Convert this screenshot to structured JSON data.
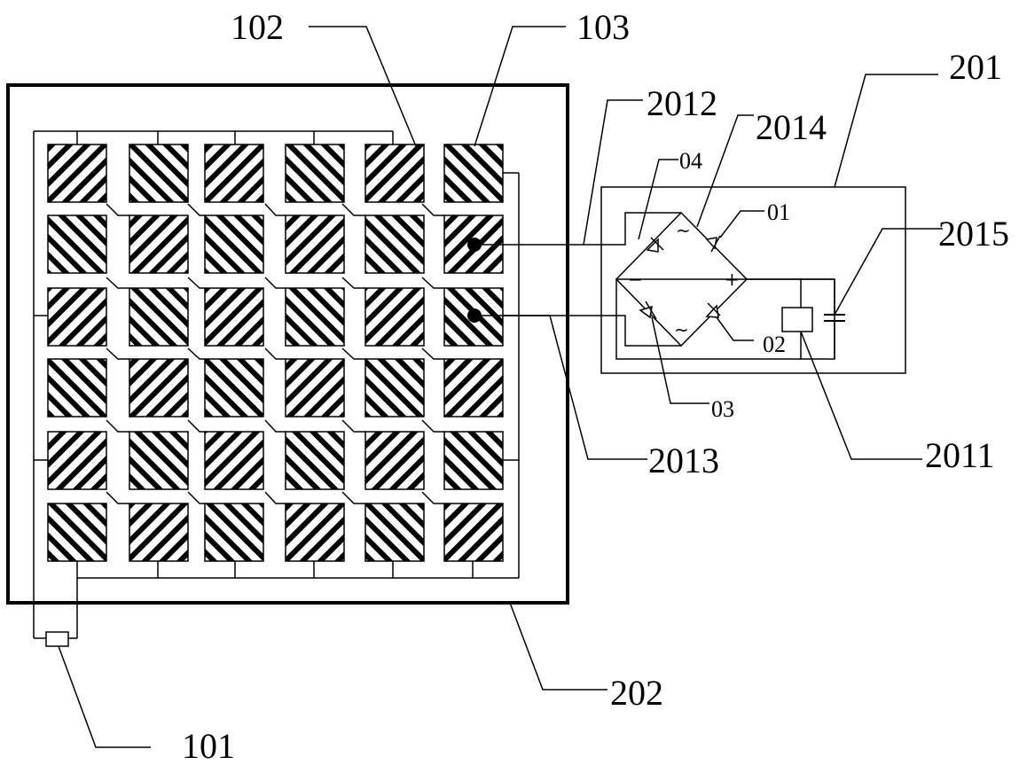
{
  "figure": {
    "labels": {
      "l101": "101",
      "l102": "102",
      "l103": "103",
      "l201": "201",
      "l202": "202",
      "l2011": "2011",
      "l2012": "2012",
      "l2013": "2013",
      "l2014": "2014",
      "l2015": "2015",
      "l01": "01",
      "l02": "02",
      "l03": "03",
      "l04": "04"
    },
    "bridge_symbols": {
      "ac_top": "~",
      "ac_bottom": "~",
      "neg": "−",
      "pos": "+"
    },
    "panel": {
      "rows": 6,
      "cols": 6,
      "hatch_pattern": [
        [
          "/",
          "\\",
          "/",
          "\\",
          "/",
          "\\"
        ],
        [
          "\\",
          "/",
          "\\",
          "/",
          "\\",
          "/"
        ],
        [
          "/",
          "\\",
          "/",
          "\\",
          "/",
          "\\"
        ],
        [
          "\\",
          "/",
          "\\",
          "/",
          "\\",
          "/"
        ],
        [
          "/",
          "\\",
          "/",
          "\\",
          "/",
          "\\"
        ],
        [
          "\\",
          "/",
          "\\",
          "/",
          "\\",
          "/"
        ]
      ],
      "marked_cells": [
        [
          1,
          5
        ],
        [
          2,
          5
        ]
      ]
    },
    "colors": {
      "ink": "#000000",
      "paper": "#ffffff"
    }
  }
}
